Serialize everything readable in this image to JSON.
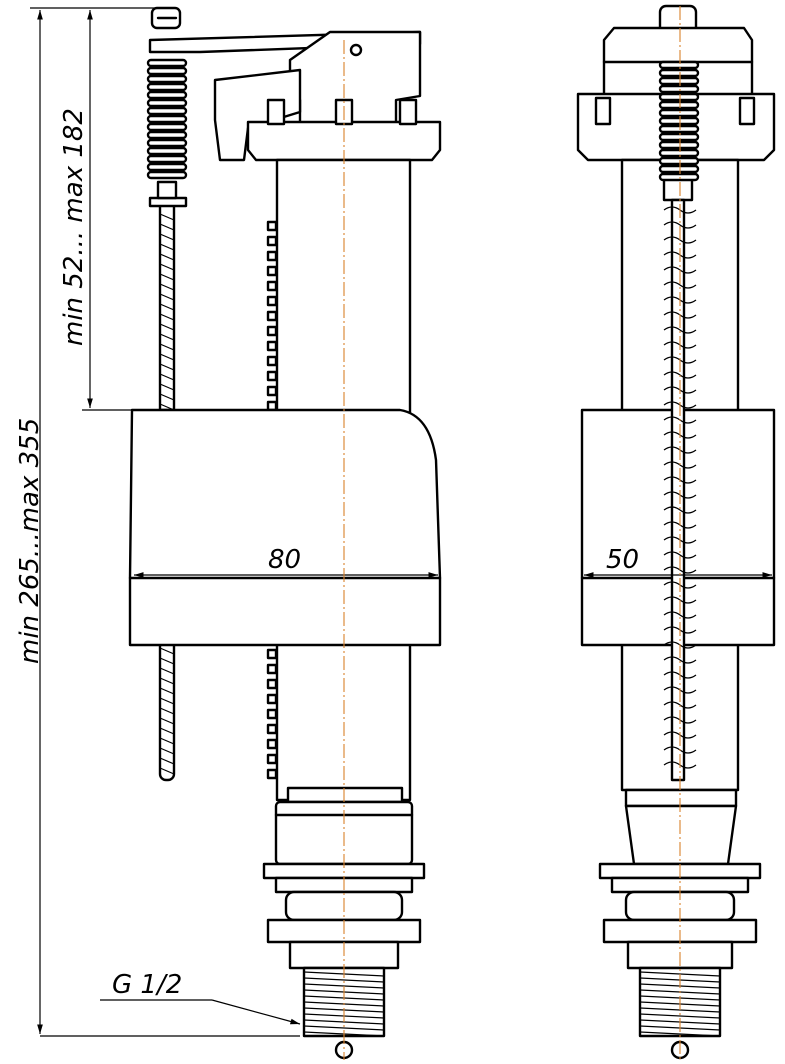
{
  "dimensions": {
    "total_height": "min 265...max 355",
    "float_height": "min 52... max 182",
    "width_front": "80",
    "width_side": "50",
    "thread": "G 1/2"
  },
  "colors": {
    "line": "#000000",
    "axis": "#d9822b",
    "background": "#ffffff"
  }
}
